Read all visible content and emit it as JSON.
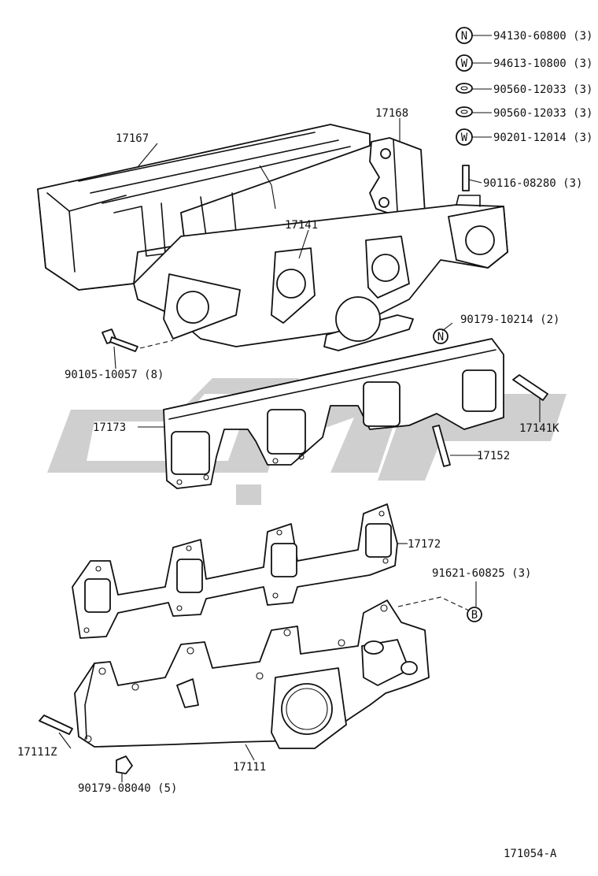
{
  "diagram_id": "171054-A",
  "callouts": {
    "p17167": "17167",
    "p17168": "17168",
    "p17141": "17141",
    "p17173": "17173",
    "p17172": "17172",
    "p17111": "17111",
    "p17111Z": "17111Z",
    "p17141K": "17141K",
    "p17152": "17152",
    "p90105": "90105-10057 (8)",
    "p90179a": "90179-10214 (2)",
    "p90179b": "90179-08040 (5)",
    "p91621": "91621-60825 (3)",
    "p94130": "94130-60800 (3)",
    "p94613": "94613-10800 (3)",
    "p90560a": "90560-12033 (3)",
    "p90560b": "90560-12033 (3)",
    "p90201": "90201-12014 (3)",
    "p90116": "90116-08280 (3)"
  },
  "symbols": {
    "nut": "N",
    "washer": "W",
    "bolt": "B"
  }
}
